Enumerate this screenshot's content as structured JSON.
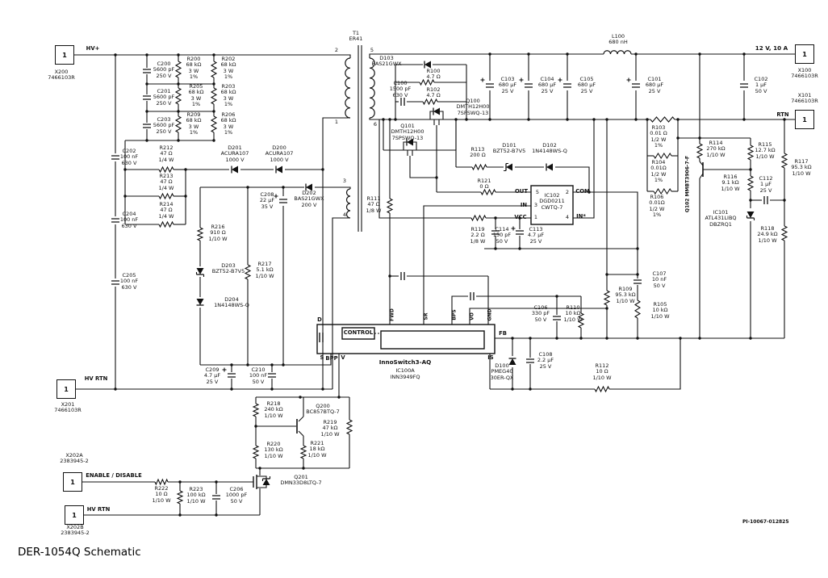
{
  "title": "DER-1054Q Schematic",
  "doc_number": "PI-10067-012825",
  "ports": {
    "pin": "1"
  },
  "labels": {
    "hvp": "HV+",
    "x200": "X200\n7466103R",
    "c200": "C200\n5600 pF\n250 V",
    "r200": "R200\n68 kΩ\n3 W\n1%",
    "r202": "R202\n68 kΩ\n3 W\n1%",
    "c201": "C201\n5600 pF\n250 V",
    "r205": "R205\n68 kΩ\n3 W\n1%",
    "r203": "R203\n68 kΩ\n3 W\n1%",
    "c203": "C203\n5600 pF\n250 V",
    "r209": "R209\n68 kΩ\n3 W\n1%",
    "r206": "R206\n68 kΩ\n3 W\n1%",
    "c202": "C202\n100 nF\n630 V",
    "r212": "R212\n47 Ω\n1/4 W",
    "d201": "D201\nACURA107\n1000 V",
    "d200": "D200\nACURA107\n1000 V",
    "r213": "R213\n47 Ω\n1/4 W",
    "c208": "C208\n22 µF\n35 V",
    "d202": "D202\nBAS21GWX\n200 V",
    "c204": "C204\n100 nF\n630 V",
    "r214": "R214\n47 Ω\n1/4 W",
    "r216": "R216\n910 Ω\n1/10 W",
    "c205": "C205\n100 nF\n630 V",
    "d203": "D203\nBZT52-B7V5",
    "r217": "R217\n5.1 kΩ\n1/10 W",
    "d204": "D204\n1N4148WS-Q",
    "c209": "C209\n4.7 µF\n25 V",
    "c210": "C210\n100 nF\n50 V",
    "hvrtn1": "HV RTN",
    "x201": "X201\n7466103R",
    "t1": "T1\nER41",
    "pin2": "2",
    "pin5": "5",
    "pin1": "1",
    "pin6": "6",
    "pin3": "3",
    "pin4": "4",
    "d103": "D103\nBAS21GWX",
    "r100": "R100\n4.7 Ω",
    "c100": "C100\n1500 pF\n630 V",
    "r102": "R102\n4.7 Ω",
    "q100": "Q100\nDMTH12H00\n7SPSWQ-13",
    "q101": "Q101\nDMTH12H00\n7SPSWQ-13",
    "r111": "R111\n47 Ω\n1/8 W",
    "r113": "R113\n200 Ω",
    "d101": "D101\nBZT52-B7V5",
    "d102": "D102\n1N4148WS-Q",
    "r121": "R121\n0 Ω",
    "out": "OUT",
    "inp": "IN",
    "vcc": "VCC",
    "com": "COM",
    "instar": "IN*",
    "icp5": "5",
    "icp2": "2",
    "icp3": "3",
    "icp1": "1",
    "icp4": "4",
    "ic102": "IC102\nDGD0211\nCWTQ-7",
    "r119": "R119\n2.2 Ω\n1/8 W",
    "c114": "C114\n150 pF\n50 V",
    "c113": "C113\n4.7 µF\n25 V",
    "c103": "C103\n680 µF\n25 V",
    "c104": "C104\n680 µF\n25 V",
    "c105": "C105\n680 µF\n25 V",
    "l100": "L100\n680 nH",
    "c101": "C101\n680 µF\n25 V",
    "v12": "12 V, 10 A",
    "x100": "X100\n7466103R",
    "c102": "C102\n1 µF\n50 V",
    "x101": "X101\n7466103R",
    "rtn": "RTN",
    "r103": "R103\n0.01 Ω\n1/2 W\n1%",
    "r104": "R104\n0.01Ω\n1/2 W\n1%",
    "r106": "R106\n0.01Ω\n1/2 W\n1%",
    "q102": "Q102  MMBT3906-7-F",
    "r114": "R114\n270 kΩ\n1/10 W",
    "r115": "R115\n12.7 kΩ\n1/10 W",
    "r116": "R116\n9.1 kΩ\n1/10 W",
    "r117": "R117\n95.3 kΩ\n1/10 W",
    "c112": "C112\n1 µF\n25 V",
    "ic101": "IC101\nATL431LIBQ\nDBZRQ1",
    "r118": "R118\n24.9 kΩ\n1/10 W",
    "c107": "C107\n10 nF\n50 V",
    "r109": "R109\n95.3 kΩ\n1/10 W",
    "r105": "R105\n10 kΩ\n1/10 W",
    "c106": "C106\n330 pF\n50 V",
    "r110": "R110\n10 kΩ\n1/10 W",
    "c108": "C108\n2.2 µF\n25 V",
    "d100": "D100\nPMEG40\n30ER-QX",
    "r112": "R112\n10 Ω\n1/10 W",
    "fwd": "FWD",
    "srp": "SR",
    "bps": "BPS",
    "vo": "VO",
    "gnd": "GND",
    "dpin": "D",
    "spin": "S",
    "bpp": "BPP",
    "vpin": "V",
    "fb": "FB",
    "is": "IS",
    "ctrl": "CONTROL",
    "inno": "InnoSwitch3-AQ",
    "ic100a": "IC100A",
    "inn": "INN3949FQ",
    "r218": "R218\n240 kΩ\n1/10 W",
    "q200": "Q200\nBC857BTQ-7",
    "r219": "R219\n47 kΩ\n1/10 W",
    "r220": "R220\n130 kΩ\n1/10 W",
    "r221": "R221\n18 kΩ\n1/10 W",
    "q201": "Q201\nDMN33D8LTQ-7",
    "x202a": "X202A\n2383945-2",
    "enable": "ENABLE / DISABLE",
    "r222": "R222\n10 Ω\n1/10 W",
    "r223": "R223\n100 kΩ\n1/10 W",
    "c206": "C206\n1000 pF\n50 V",
    "hvrtn2": "HV RTN",
    "x202b": "X202B\n2383945-2"
  }
}
